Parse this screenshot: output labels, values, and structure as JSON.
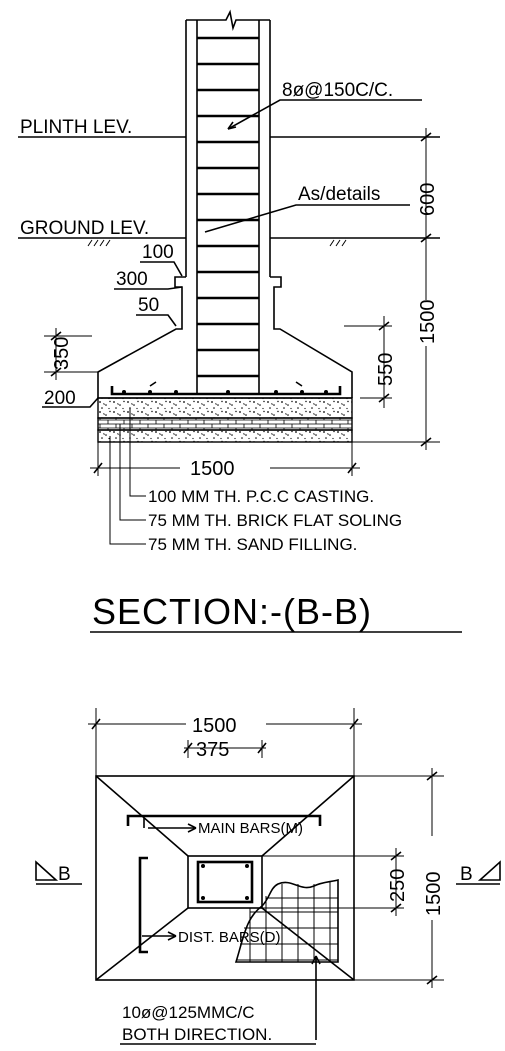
{
  "section": {
    "title": "SECTION:-(B-B)",
    "stirrup_label": "8ø@150C/C.",
    "plinth_label": "PLINTH LEV.",
    "ground_label": "GROUND LEV.",
    "as_details_label": "As/details",
    "dim_100": "100",
    "dim_300": "300",
    "dim_50": "50",
    "dim_350": "350",
    "dim_200": "200",
    "dim_600": "600",
    "dim_1500_vertical": "1500",
    "dim_550": "550",
    "dim_1500_horizontal": "1500",
    "notes": [
      "100 MM TH. P.C.C CASTING.",
      "75 MM TH. BRICK FLAT SOLING",
      "75 MM TH. SAND FILLING."
    ]
  },
  "plan": {
    "dim_1500_top": "1500",
    "dim_375": "375",
    "dim_250": "250",
    "dim_1500_right": "1500",
    "main_bars_label": "MAIN BARS(M)",
    "dist_bars_label": "DIST. BARS(D)",
    "section_mark_left": "B",
    "section_mark_right": "B",
    "rebar_note_1": "10ø@125MMC/C",
    "rebar_note_2": "BOTH DIRECTION."
  }
}
